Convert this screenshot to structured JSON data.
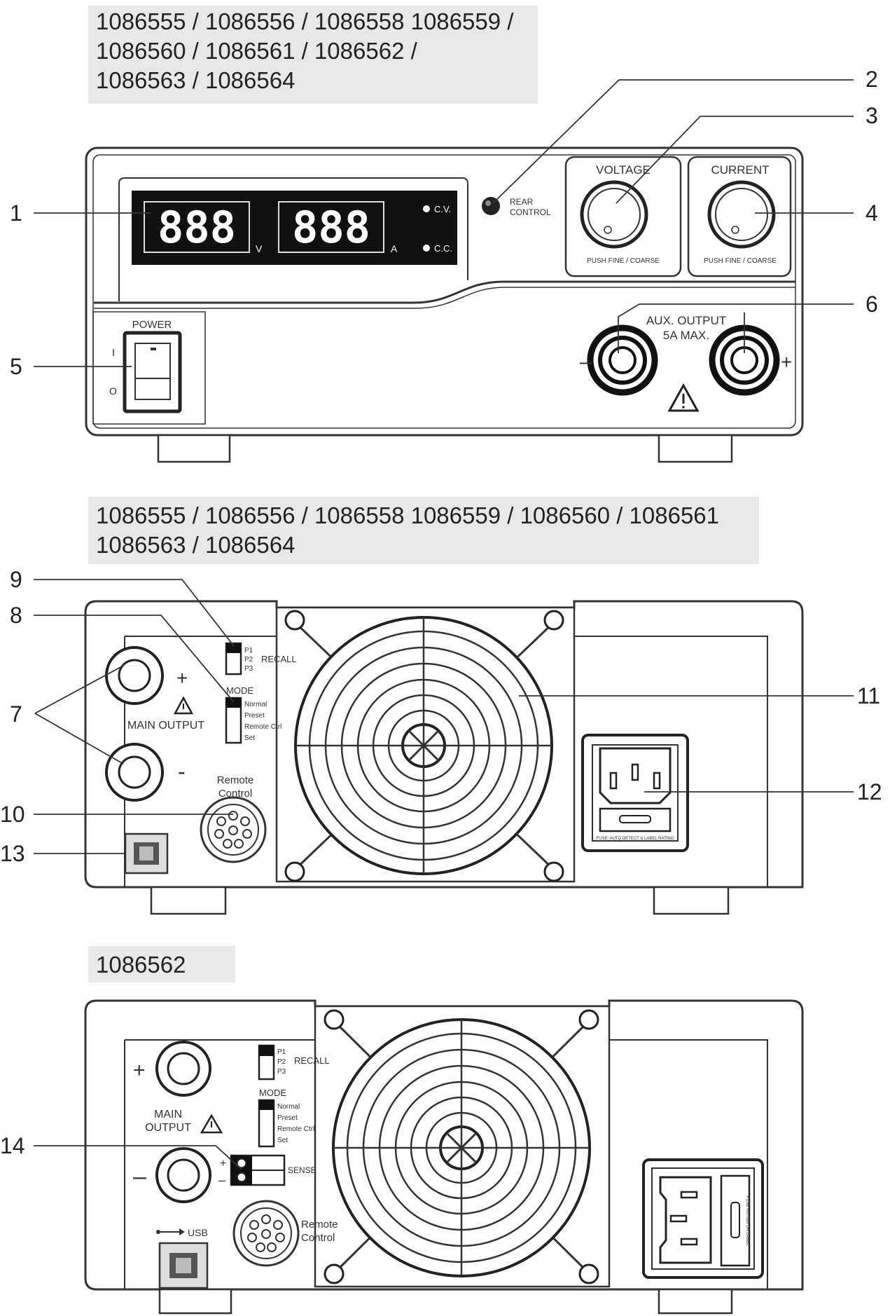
{
  "front": {
    "models": [
      "1086555 / 1086556 / 1086558 1086559 /",
      "1086560 / 1086561 / 1086562 /",
      "1086563 / 1086564"
    ],
    "display_v": "888",
    "display_a": "888",
    "unit_v": "V",
    "unit_a": "A",
    "cv_label": "C.V.",
    "cc_label": "C.C.",
    "rear_control": [
      "REAR",
      "CONTROL"
    ],
    "voltage_title": "VOLTAGE",
    "current_title": "CURRENT",
    "knob_caption": "PUSH   FINE / COARSE",
    "power_label": "POWER",
    "switch_on": "I",
    "switch_off": "O",
    "aux_output": [
      "AUX. OUTPUT",
      "5A MAX."
    ],
    "minus": "–",
    "plus": "+"
  },
  "rear1": {
    "models": [
      "1086555 / 1086556 / 1086558 1086559 / 1086560 / 1086561",
      "1086563 / 1086564"
    ],
    "recall_options": [
      "P1",
      "P2",
      "P3"
    ],
    "recall_label": "RECALL",
    "mode_label": "MODE",
    "mode_options": [
      "Normal",
      "Preset",
      "Remote Ctrl",
      "Set"
    ],
    "main_output": "MAIN OUTPUT",
    "plus": "+",
    "minus": "-",
    "remote_control": [
      "Remote",
      "Control"
    ],
    "fuse_note": "FUSE: AUTO DETECT & LABEL RATING"
  },
  "rear2": {
    "models": [
      "1086562"
    ],
    "recall_options": [
      "P1",
      "P2",
      "P3"
    ],
    "recall_label": "RECALL",
    "mode_label": "MODE",
    "mode_options": [
      "Normal",
      "Preset",
      "Remote Ctrl",
      "Set"
    ],
    "main_output": [
      "MAIN",
      "OUTPUT"
    ],
    "plus": "+",
    "minus": "–",
    "sense_label": "SENSE",
    "sense_plus": "+",
    "sense_minus": "–",
    "usb_label": "USB",
    "remote_control": [
      "Remote",
      "Control"
    ],
    "fuse_note": "FUSE RATING ON LABEL"
  },
  "callouts": [
    "1",
    "2",
    "3",
    "4",
    "5",
    "6",
    "7",
    "8",
    "9",
    "10",
    "11",
    "12",
    "13",
    "14"
  ],
  "colors": {
    "caption_bg": "#e8e8e8",
    "line": "#333333",
    "display_bg": "#111111"
  }
}
